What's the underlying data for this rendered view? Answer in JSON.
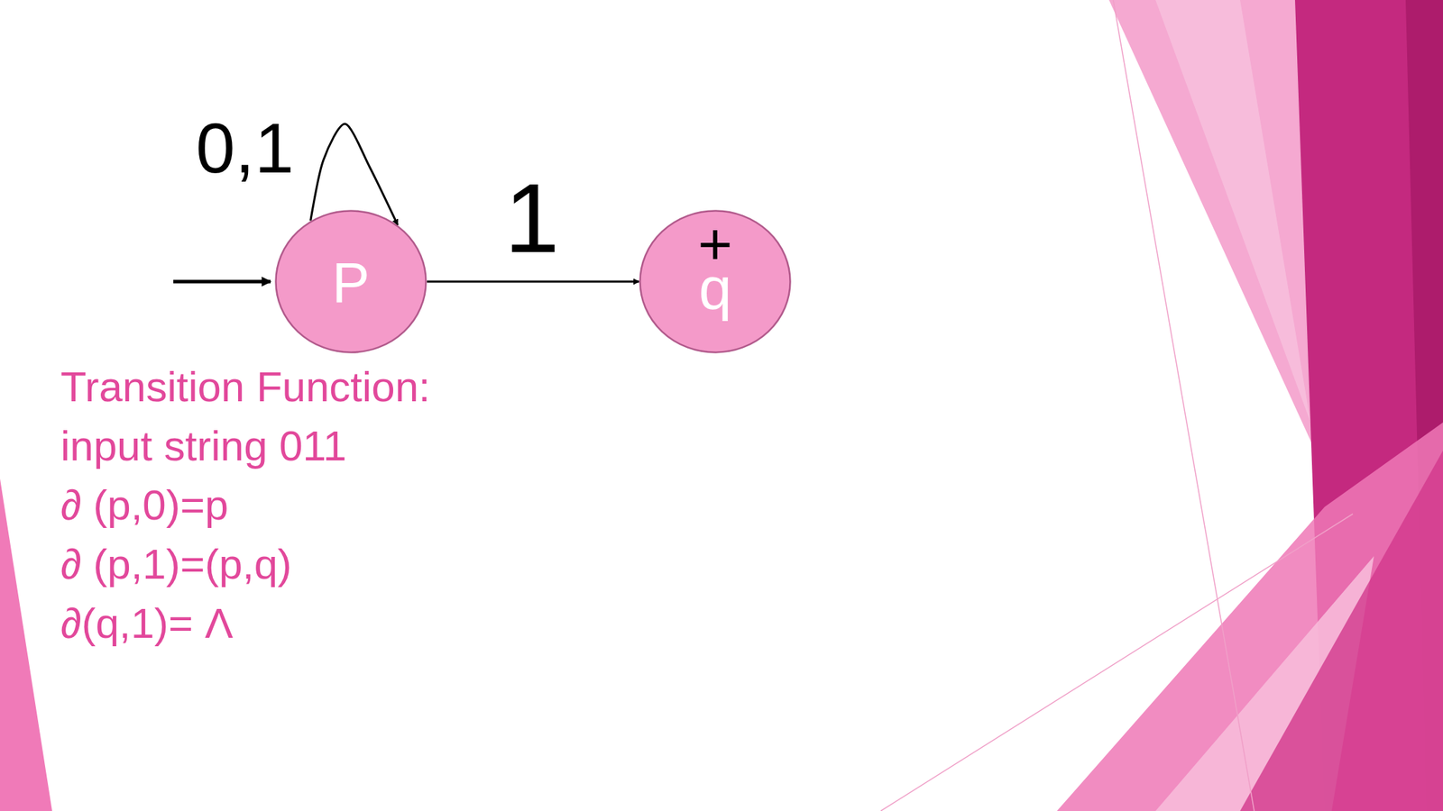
{
  "diagram": {
    "nodes": [
      {
        "text": [
          "P"
        ]
      },
      {
        "text": [
          "+",
          "q"
        ]
      }
    ],
    "edges": [
      {
        "from": 0,
        "to": 0,
        "label": "0,1",
        "arrow": "to"
      },
      {
        "from": 0,
        "to": 1,
        "label": "1",
        "arrow": "to"
      }
    ],
    "labels": [
      "Transition Function:",
      "input string 011",
      "∂ (p,0)=p",
      "∂ (p,1)=(p,q)",
      "∂(q,1)= Λ"
    ]
  }
}
